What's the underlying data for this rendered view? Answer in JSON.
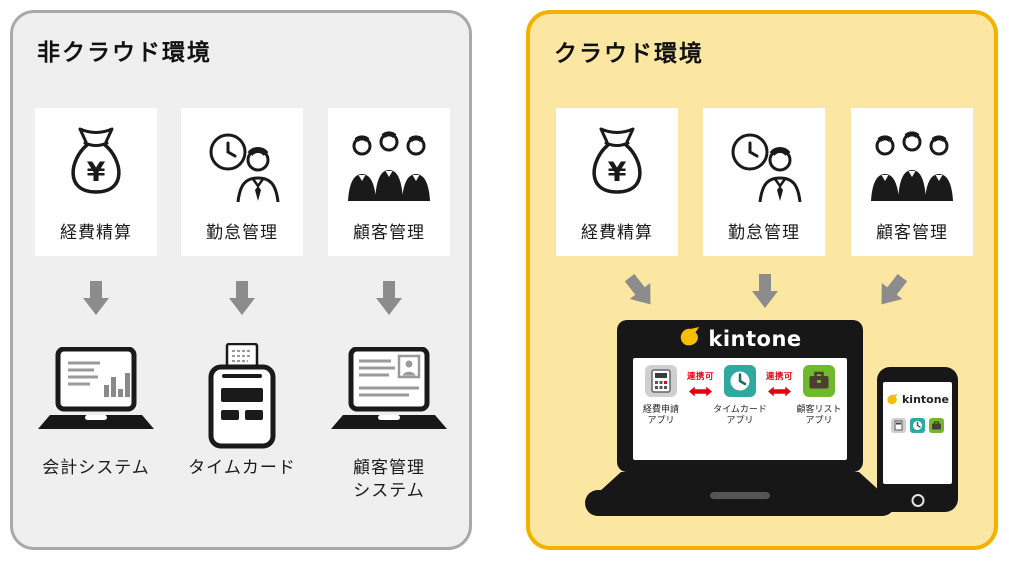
{
  "colors": {
    "left_panel_bg": "#EFEFEF",
    "left_panel_border": "#A9A9A9",
    "right_panel_bg": "#FBE7A2",
    "right_panel_border": "#F2B200",
    "arrow_gray": "#8C8C8C",
    "kintone_yellow": "#F5BE00",
    "link_red": "#E60012",
    "app_teal": "#2FA8A0",
    "app_green": "#6FBA2C",
    "ink": "#1A1A1A"
  },
  "symbols": {
    "yen": "¥"
  },
  "left_panel": {
    "title": "非クラウド環境",
    "apps": [
      {
        "label": "経費精算"
      },
      {
        "label": "勤怠管理"
      },
      {
        "label": "顧客管理"
      }
    ],
    "systems": [
      {
        "label": "会計システム"
      },
      {
        "label": "タイムカード"
      },
      {
        "label": "顧客管理\nシステム"
      }
    ]
  },
  "right_panel": {
    "title": "クラウド環境",
    "apps": [
      {
        "label": "経費精算"
      },
      {
        "label": "勤怠管理"
      },
      {
        "label": "顧客管理"
      }
    ],
    "laptop": {
      "brand": "kintone",
      "link_label": "連携可",
      "apps": [
        {
          "label": "経費申請\nアプリ"
        },
        {
          "label": "タイムカード\nアプリ"
        },
        {
          "label": "顧客リスト\nアプリ"
        }
      ]
    },
    "phone": {
      "brand": "kintone"
    }
  }
}
